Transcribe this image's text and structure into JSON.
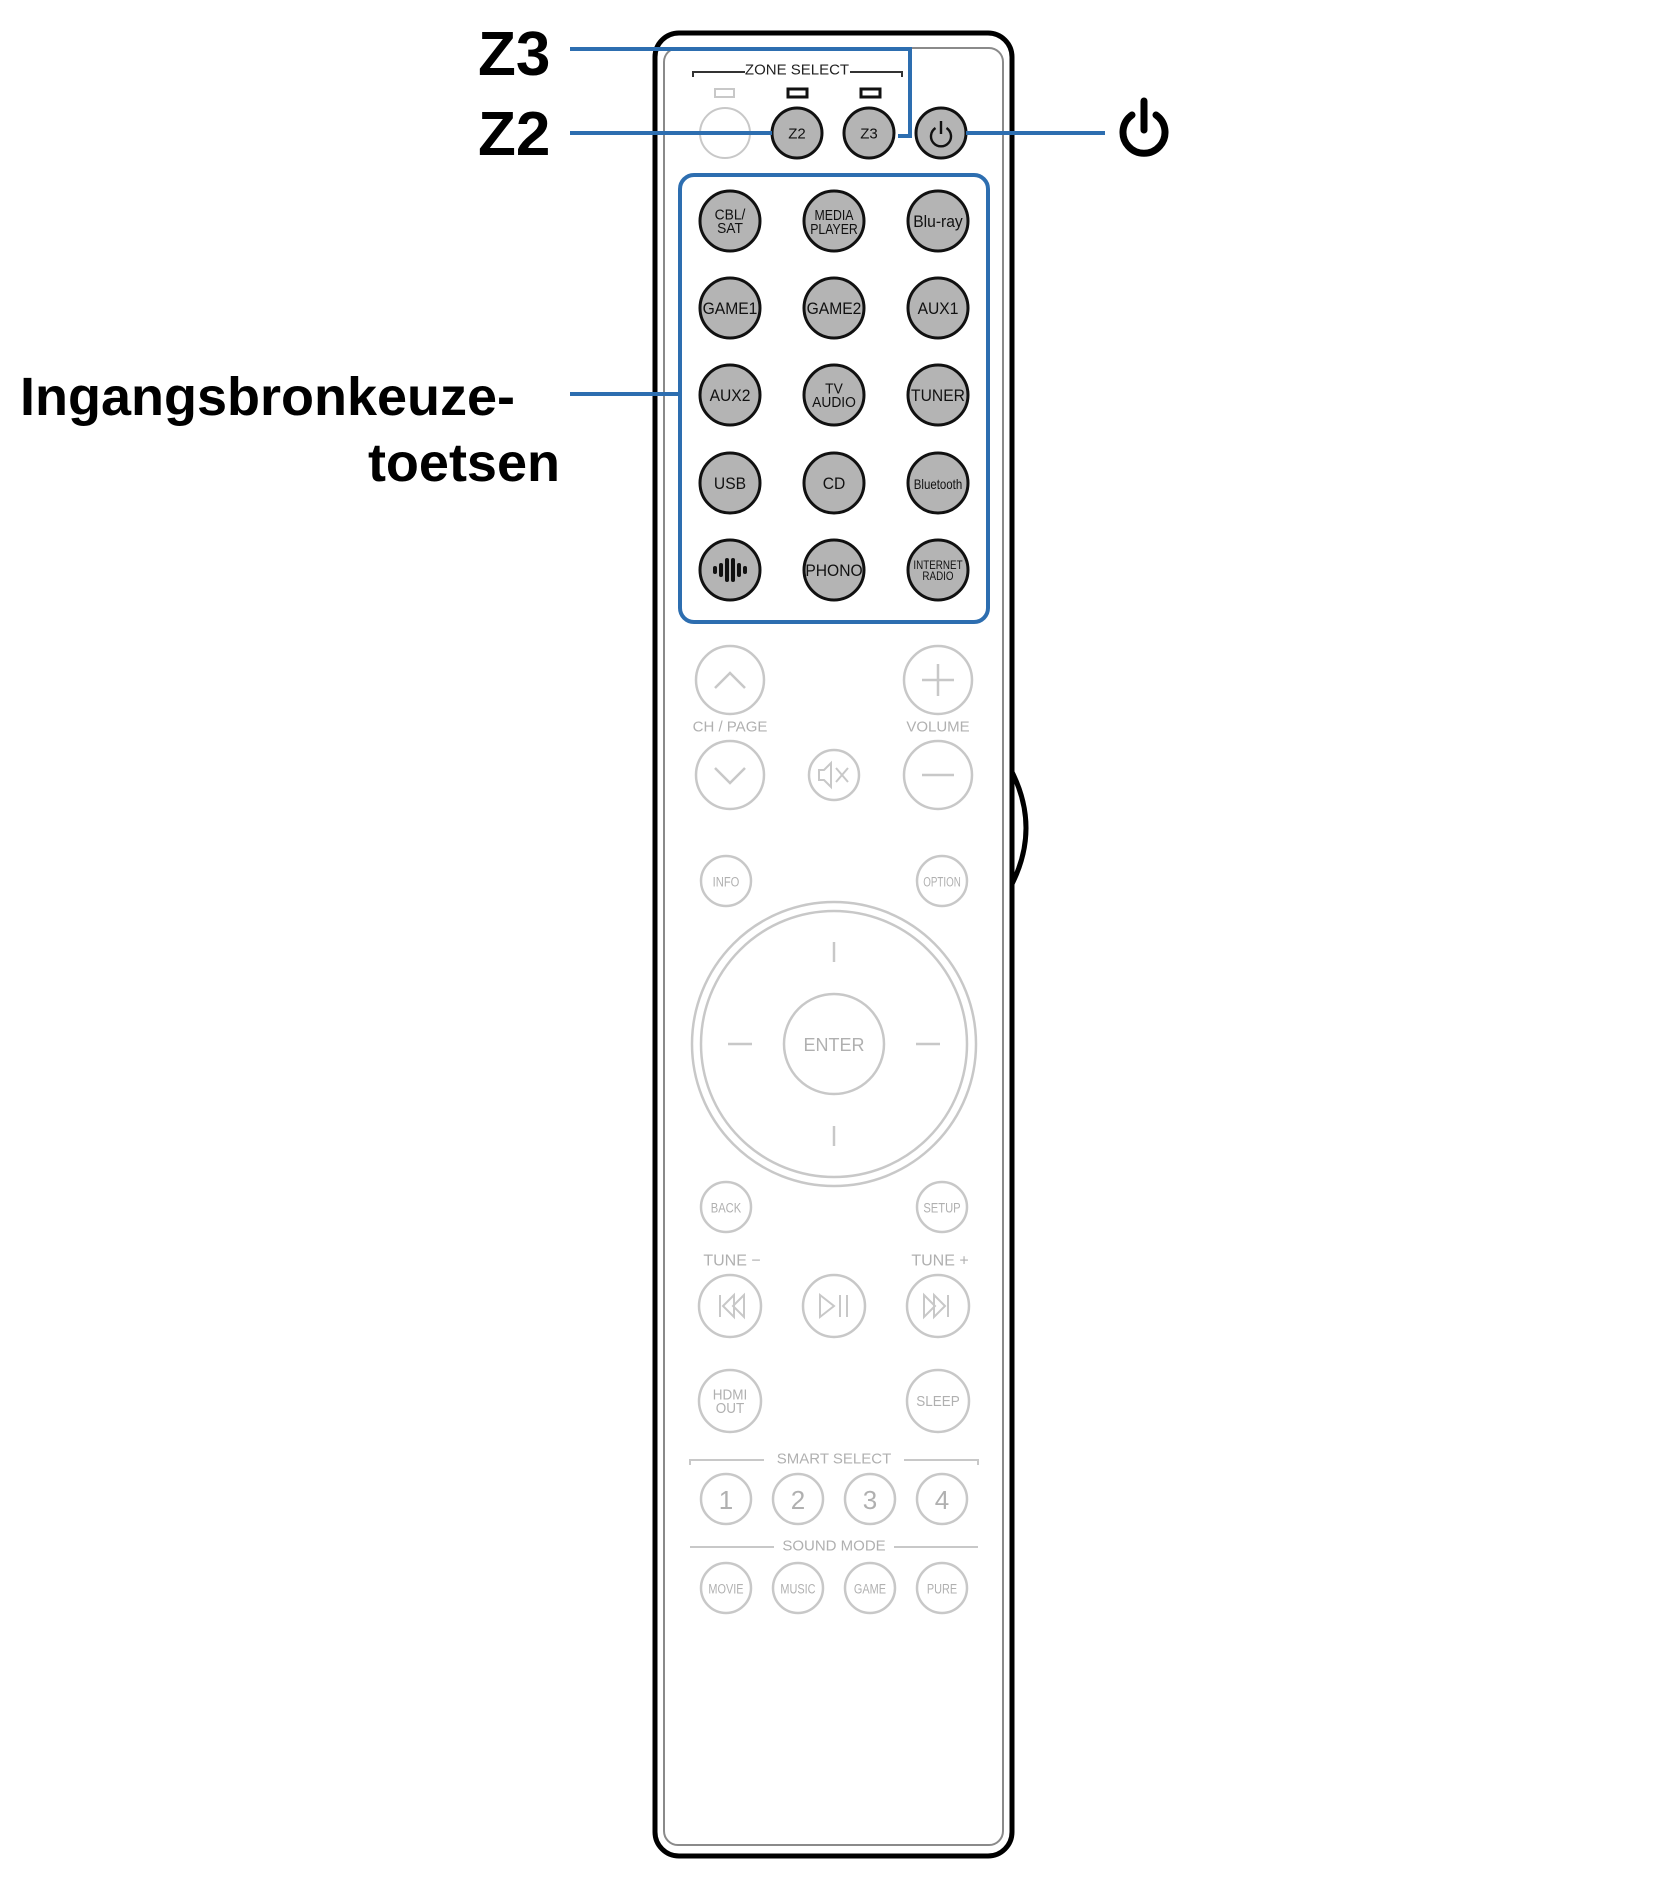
{
  "callouts": {
    "z3": "Z3",
    "z2": "Z2",
    "power_icon": "power-icon",
    "input_line1": "Ingangsbronkeuze-",
    "input_line2": "toetsen"
  },
  "zone_select": {
    "label": "ZONE SELECT",
    "buttons": [
      "",
      "Z2",
      "Z3"
    ]
  },
  "input_buttons": [
    [
      "CBL/|SAT",
      "MEDIA|PLAYER",
      "Blu-ray"
    ],
    [
      "GAME1",
      "GAME2",
      "AUX1"
    ],
    [
      "AUX2",
      "TV|AUDIO",
      "TUNER"
    ],
    [
      "USB",
      "CD",
      "Bluetooth"
    ],
    [
      "",
      "PHONO",
      "INTERNET|RADIO"
    ]
  ],
  "controls": {
    "ch_page": "CH / PAGE",
    "volume": "VOLUME",
    "info": "INFO",
    "option": "OPTION",
    "enter": "ENTER",
    "back": "BACK",
    "setup": "SETUP",
    "tune_minus": "TUNE −",
    "tune_plus": "TUNE +",
    "hdmi_out": "HDMI|OUT",
    "sleep": "SLEEP",
    "smart_select": "SMART SELECT",
    "smart_buttons": [
      "1",
      "2",
      "3",
      "4"
    ],
    "sound_mode": "SOUND MODE",
    "sound_buttons": [
      "MOVIE",
      "MUSIC",
      "GAME",
      "PURE"
    ]
  },
  "colors": {
    "highlight": "#2d6eb0",
    "active_button": "#b4b4b4",
    "inactive": "#c8c8c8",
    "inactive_text": "#b0b0b0"
  }
}
